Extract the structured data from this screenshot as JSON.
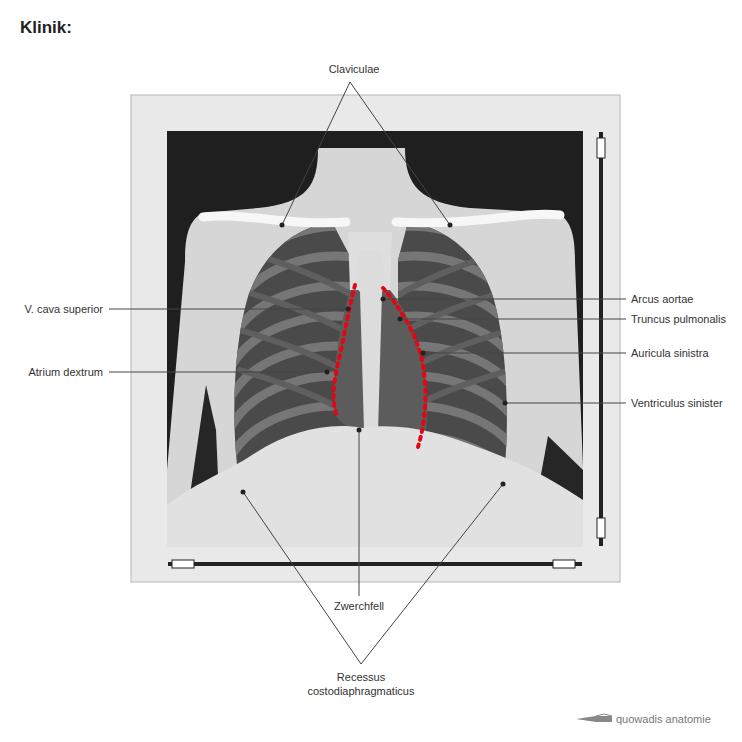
{
  "diagram": {
    "title": "Klinik:",
    "labels": [
      "Claviculae",
      "V. cava superior",
      "Atrium dextrum",
      "Arcus aortae",
      "Truncus pulmonalis",
      "Auricula sinistra",
      "Ventriculus sinister",
      "Zwerchfell",
      "Recessus costodiaphragmaticus",
      "quowadis anatomie"
    ]
  }
}
